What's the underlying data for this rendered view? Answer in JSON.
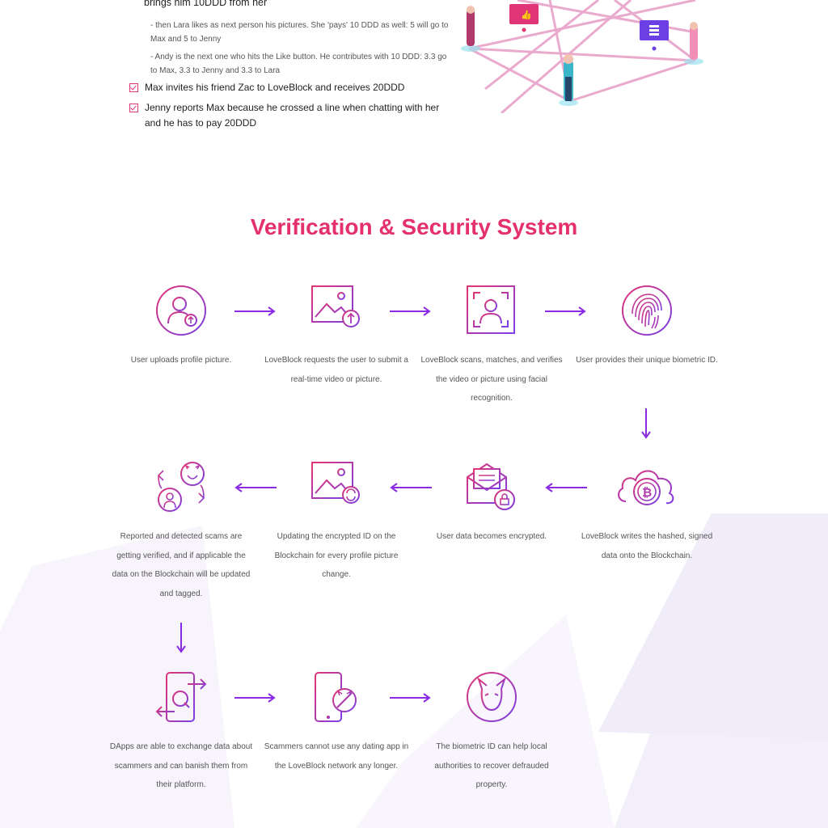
{
  "intro": {
    "line1": "brings him 10DDD from her",
    "sub1": "- then Lara likes as next person his pictures. She 'pays' 10 DDD as well: 5 will go to Max and 5 to Jenny",
    "sub2": "- Andy is the next one who hits the Like button. He contributes with 10 DDD: 3.3 go to Max, 3.3 to Jenny and 3.3 to Lara",
    "check1": "Max invites his friend Zac to LoveBlock and receives 20DDD",
    "check2": "Jenny reports Max because he crossed a line when chatting with her and he has to pay 20DDD"
  },
  "section": {
    "title": "Verification & Security System"
  },
  "steps": [
    {
      "text": "User uploads profile picture.",
      "icon": "user-upload-icon"
    },
    {
      "text": "LoveBlock requests the user to submit a real-time video or picture.",
      "icon": "image-upload-icon"
    },
    {
      "text": "LoveBlock scans, matches, and verifies the video or picture using facial recognition.",
      "icon": "face-scan-icon"
    },
    {
      "text": "User provides their unique biometric ID.",
      "icon": "fingerprint-icon"
    },
    {
      "text": "LoveBlock writes the hashed, signed data onto the Blockchain.",
      "icon": "bitcoin-cloud-icon"
    },
    {
      "text": "User data becomes encrypted.",
      "icon": "encrypted-mail-icon"
    },
    {
      "text": "Updating the encrypted ID on the Blockchain for every profile picture change.",
      "icon": "image-refresh-icon"
    },
    {
      "text": "Reported and detected scams are getting verified, and if applicable the data on the Blockchain will be updated and tagged.",
      "icon": "scam-verify-icon"
    },
    {
      "text": "DApps are able to exchange data about scammers and can banish them from their platform.",
      "icon": "phone-exchange-icon"
    },
    {
      "text": "Scammers cannot use any dating app in the LoveBlock network any longer.",
      "icon": "phone-ban-icon"
    },
    {
      "text": "The biometric ID can help local authorities to recover defrauded property.",
      "icon": "devil-scan-icon"
    }
  ],
  "colors": {
    "accent": "#e4306b",
    "purple": "#8a2be2",
    "grad_start": "#e03577",
    "grad_end": "#7b3fe4"
  }
}
